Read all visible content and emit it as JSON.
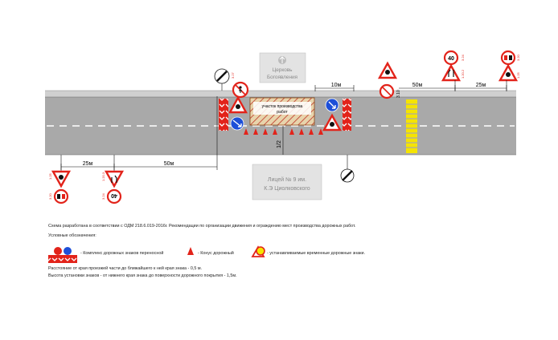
{
  "labels": {
    "church": "Церковь\nБогоявления",
    "lyceum": "Лицей № 9 им.\nК.Э Циолковского",
    "work_zone": "участок производства\nработ",
    "dist_10m": "10м",
    "dist_50m_top": "50м",
    "dist_25m_top": "25м",
    "dist_25m_bottom": "25м",
    "dist_50m_bottom": "50м",
    "offset_1_2": "1/2",
    "sign_speed_40": "40",
    "sign_no_overtaking": "",
    "sign_codes": {
      "top_mid_a": "3.27",
      "top_mid_b": "1.25",
      "top_r1_a": "3.24",
      "top_r1_b": "1.20.2",
      "top_r2_a": "3.20",
      "top_r2_b": "1.25",
      "left_1a": "1.25",
      "left_1b": "3.20",
      "left_2a": "1.20.3",
      "left_2b": "3.24",
      "right_edge": "3.10"
    }
  },
  "legend": {
    "line1": "Схема разработана в соответствии с ОДМ 218.6.019-2016г. Рекомендации по организации движения и ограждению мест производства дорожных работ.",
    "line2": "Условные обозначения:",
    "item1": "- Комплекс дорожных знаков переносной",
    "item2": "- Конус дорожный",
    "item3": "- устанавливаемые временные дорожные знаки.",
    "line3": "Расстояние от края проезжей части до ближайшего к ней края знака - 0,5 м.",
    "line4": "Высота установки знаков -  от нижнего края знака до поверхности дорожного покрытия - 1,5м."
  },
  "colors": {
    "road": "#a9a9a9",
    "sidewalk": "#d0d0d0",
    "marking": "#ffffff",
    "sign_red": "#e2231a",
    "sign_blue": "#1d4fd8",
    "work_zone": "#e6cfa6",
    "hatch": "#c0392b",
    "crosswalk": "#f5e400"
  }
}
